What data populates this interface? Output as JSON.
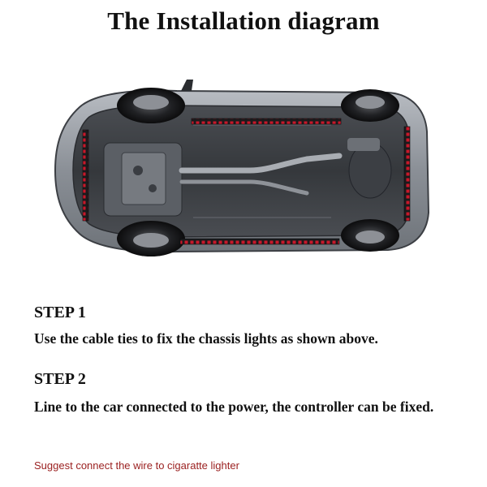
{
  "title": "The Installation diagram",
  "steps": [
    {
      "heading": "STEP 1",
      "text": "Use the cable ties to fix the chassis lights as shown above."
    },
    {
      "heading": "STEP 2",
      "text": "Line to the car connected to the power, the controller can be fixed."
    }
  ],
  "note": "Suggest connect  the wire to cigaratte lighter",
  "colors": {
    "text": "#111111",
    "note": "#9b2121",
    "led": "#c8182a",
    "car_body": "#8a8f96"
  },
  "icons": [
    "car-underside-illustration",
    "led-strip-front",
    "led-strip-rear",
    "led-strip-left-side",
    "led-strip-right-side"
  ]
}
